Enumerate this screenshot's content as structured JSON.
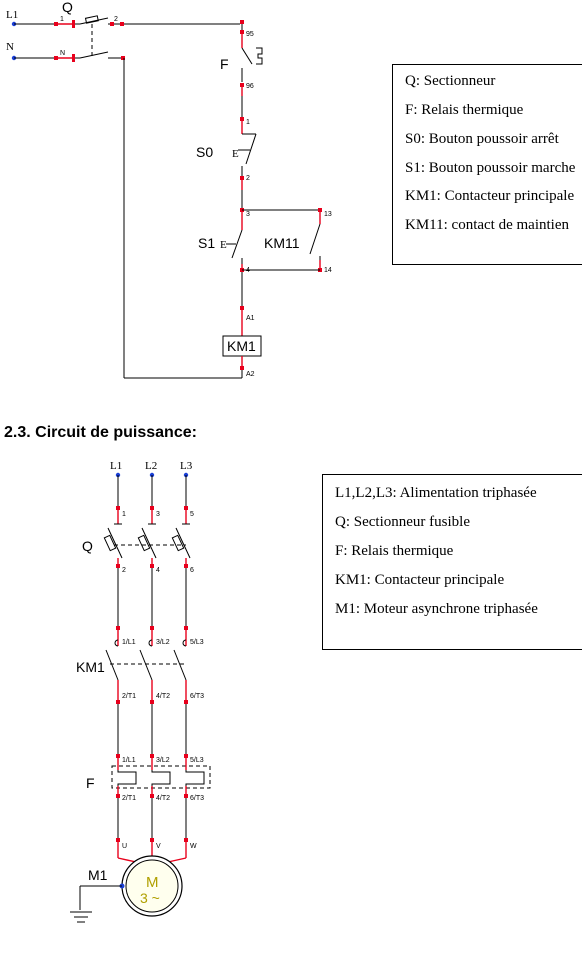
{
  "command_circuit": {
    "labels": {
      "L1": "L1",
      "N": "N",
      "Q": "Q",
      "F": "F",
      "S0": "S0",
      "S1": "S1",
      "KM11": "KM11",
      "KM1": "KM1",
      "E1": "E",
      "E2": "E"
    },
    "terminals": {
      "q1": "1",
      "qN": "N",
      "q2": "2",
      "t95": "95",
      "t96": "96",
      "t1": "1",
      "t2": "2",
      "t3": "3",
      "t4": "4",
      "t13": "13",
      "t14": "14",
      "tA1": "A1",
      "tA2": "A2"
    },
    "legend": [
      "Q: Sectionneur",
      "F: Relais thermique",
      "S0: Bouton poussoir arrêt",
      "S1: Bouton poussoir marche",
      "KM1: Contacteur principale",
      "KM11: contact de maintien"
    ]
  },
  "section_title": "2.3. Circuit de puissance:",
  "power_circuit": {
    "labels": {
      "L1": "L1",
      "L2": "L2",
      "L3": "L3",
      "Q": "Q",
      "KM1": "KM1",
      "F": "F",
      "M1": "M1",
      "motor_M": "M",
      "motor_3": "3 ~"
    },
    "terminals": {
      "a1": "1",
      "a3": "3",
      "a5": "5",
      "b2": "2",
      "b4": "4",
      "b6": "6",
      "c1": "1/L1",
      "c3": "3/L2",
      "c5": "5/L3",
      "d2": "2/T1",
      "d4": "4/T2",
      "d6": "6/T3",
      "e1": "1/L1",
      "e3": "3/L2",
      "e5": "5/L3",
      "f2": "2/T1",
      "f4": "4/T2",
      "f6": "6/T3",
      "u": "U",
      "v": "V",
      "w": "W"
    },
    "legend": [
      "L1,L2,L3: Alimentation triphasée",
      "Q: Sectionneur fusible",
      "F: Relais thermique",
      "KM1: Contacteur principale",
      "M1: Moteur asynchrone triphasée"
    ]
  },
  "colors": {
    "wire": "#000000",
    "terminal": "#e8001c",
    "supply_dot": "#1a3fd6",
    "motor_fill": "#ffffee",
    "motor_text": "#b0a000"
  }
}
